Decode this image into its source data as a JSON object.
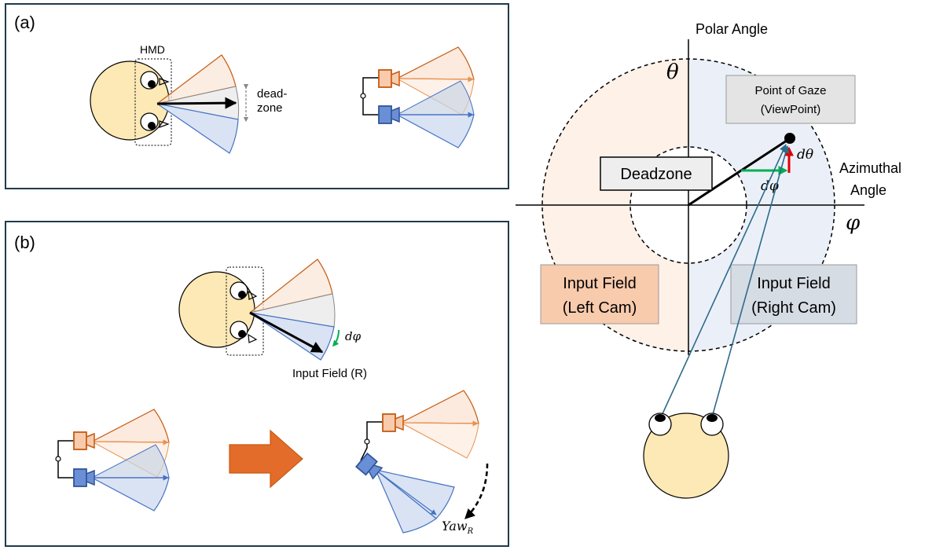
{
  "panel_a": {
    "label": "(a)",
    "hmd": "HMD",
    "deadzone_line1": "dead-",
    "deadzone_line2": "zone"
  },
  "panel_b": {
    "label": "(b)",
    "dphi": "dφ",
    "input_field_r": "Input Field (R)",
    "yaw": "Yaw",
    "yaw_sub": "R"
  },
  "polar": {
    "polar_angle": "Polar Angle",
    "theta": "θ",
    "point_of_gaze_line1": "Point of Gaze",
    "point_of_gaze_line2": "(ViewPoint)",
    "deadzone": "Deadzone",
    "dtheta": "dθ",
    "dphi": "dφ",
    "azimuthal_line1": "Azimuthal",
    "azimuthal_line2": "Angle",
    "phi": "φ",
    "left_field_line1": "Input Field",
    "left_field_line2": "(Left Cam)",
    "right_field_line1": "Input Field",
    "right_field_line2": "(Right Cam)"
  },
  "colors": {
    "orange": "#c55a11",
    "orange_light": "#f8cbad",
    "orange_fill": "#fbe5d6",
    "blue": "#4472c4",
    "blue_fill": "#dae3f3",
    "teal": "#2e6b8a",
    "head": "#fde9b5",
    "green": "#00b050",
    "red": "#e00000",
    "arrow_orange": "#e46c2a",
    "panel_border": "#1f3b4d"
  }
}
